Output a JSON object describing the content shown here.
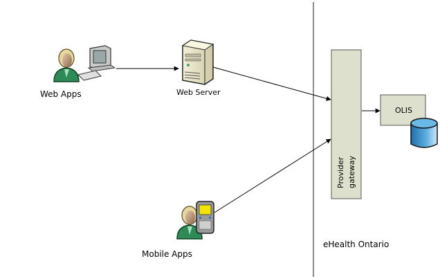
{
  "nodes": {
    "web_apps": {
      "label": "Web Apps"
    },
    "web_server": {
      "label": "Web Server"
    },
    "mobile_apps": {
      "label": "Mobile Apps"
    },
    "provider_gateway": {
      "label_line1": "Provider",
      "label_line2": "gateway"
    },
    "olis": {
      "label": "OLIS"
    }
  },
  "zones": {
    "ehealth": {
      "label": "eHealth Ontario"
    }
  },
  "edges": [
    {
      "from": "web_apps",
      "to": "web_server"
    },
    {
      "from": "web_server",
      "to": "provider_gateway"
    },
    {
      "from": "mobile_apps",
      "to": "provider_gateway"
    },
    {
      "from": "provider_gateway",
      "to": "olis"
    }
  ],
  "colors": {
    "box_fill": "#dde0cc",
    "box_stroke": "#555555",
    "divider": "#666666",
    "db_fill": "#3a8fc4",
    "user_shirt": "#2e8b57",
    "phone_screen": "#f5e400"
  }
}
